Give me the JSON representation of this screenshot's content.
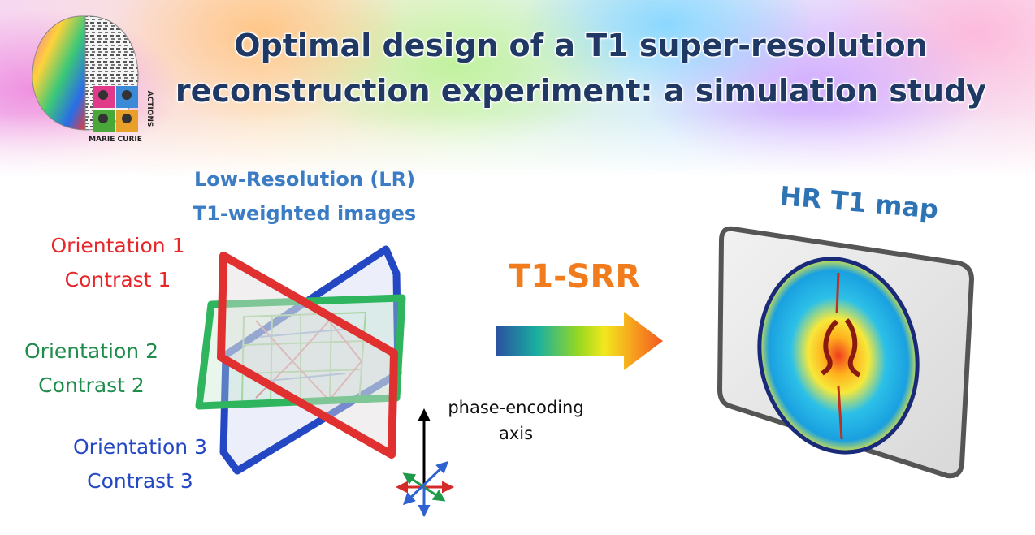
{
  "title": {
    "line1": "Optimal design of a T1 super-resolution",
    "line2": "reconstruction experiment: a simulation study"
  },
  "logo": {
    "text": "MARIE CURIE",
    "side_text": "ACTIONS"
  },
  "lr_heading": {
    "line1": "Low-Resolution (LR)",
    "line2": "T1-weighted images"
  },
  "orientations": [
    {
      "orientation": "Orientation 1",
      "contrast": "Contrast 1",
      "color": "#e8262a"
    },
    {
      "orientation": "Orientation 2",
      "contrast": "Contrast 2",
      "color": "#1e8c4a"
    },
    {
      "orientation": "Orientation 3",
      "contrast": "Contrast 3",
      "color": "#2448c4"
    }
  ],
  "arrow": {
    "label": "T1-SRR",
    "label_color": "#f07c1e"
  },
  "phase_axis": {
    "line1": "phase-encoding",
    "line2": "axis"
  },
  "output": {
    "title": "HR T1 map"
  },
  "colors": {
    "title": "#1f3864",
    "heading": "#3b7cc4",
    "hr_title": "#2e74b5"
  }
}
